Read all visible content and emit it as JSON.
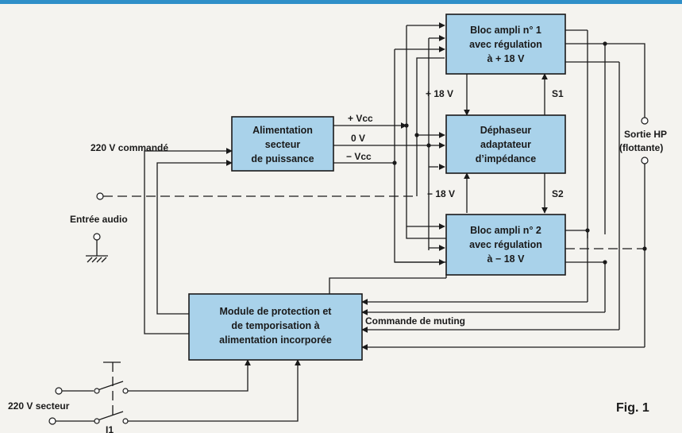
{
  "figure": {
    "label": "Fig. 1",
    "blocks": {
      "amp1": [
        "Bloc ampli n° 1",
        "avec régulation",
        "à + 18 V"
      ],
      "supply": [
        "Alimentation",
        "secteur",
        "de puissance"
      ],
      "phase": [
        "Déphaseur",
        "adaptateur",
        "d’impédance"
      ],
      "amp2": [
        "Bloc ampli n° 2",
        "avec régulation",
        "à − 18 V"
      ],
      "protect": [
        "Module de protection et",
        "de temporisation à",
        "alimentation incorporée"
      ]
    },
    "labels": {
      "vcc_plus": "+ Vcc",
      "zero_v": "0 V",
      "vcc_minus": "− Vcc",
      "plus18": "+ 18 V",
      "minus18": "− 18 V",
      "s1": "S1",
      "s2": "S2",
      "cmd220": "220 V commandé",
      "audio_in": "Entrée audio",
      "hp_out": [
        "Sortie HP",
        "(flottante)"
      ],
      "muting": "Commande de muting",
      "mains": "220 V secteur",
      "switch": "I1"
    }
  },
  "colors": {
    "block_fill": "#a9d2ea",
    "accent_bar": "#2f8fc8"
  }
}
